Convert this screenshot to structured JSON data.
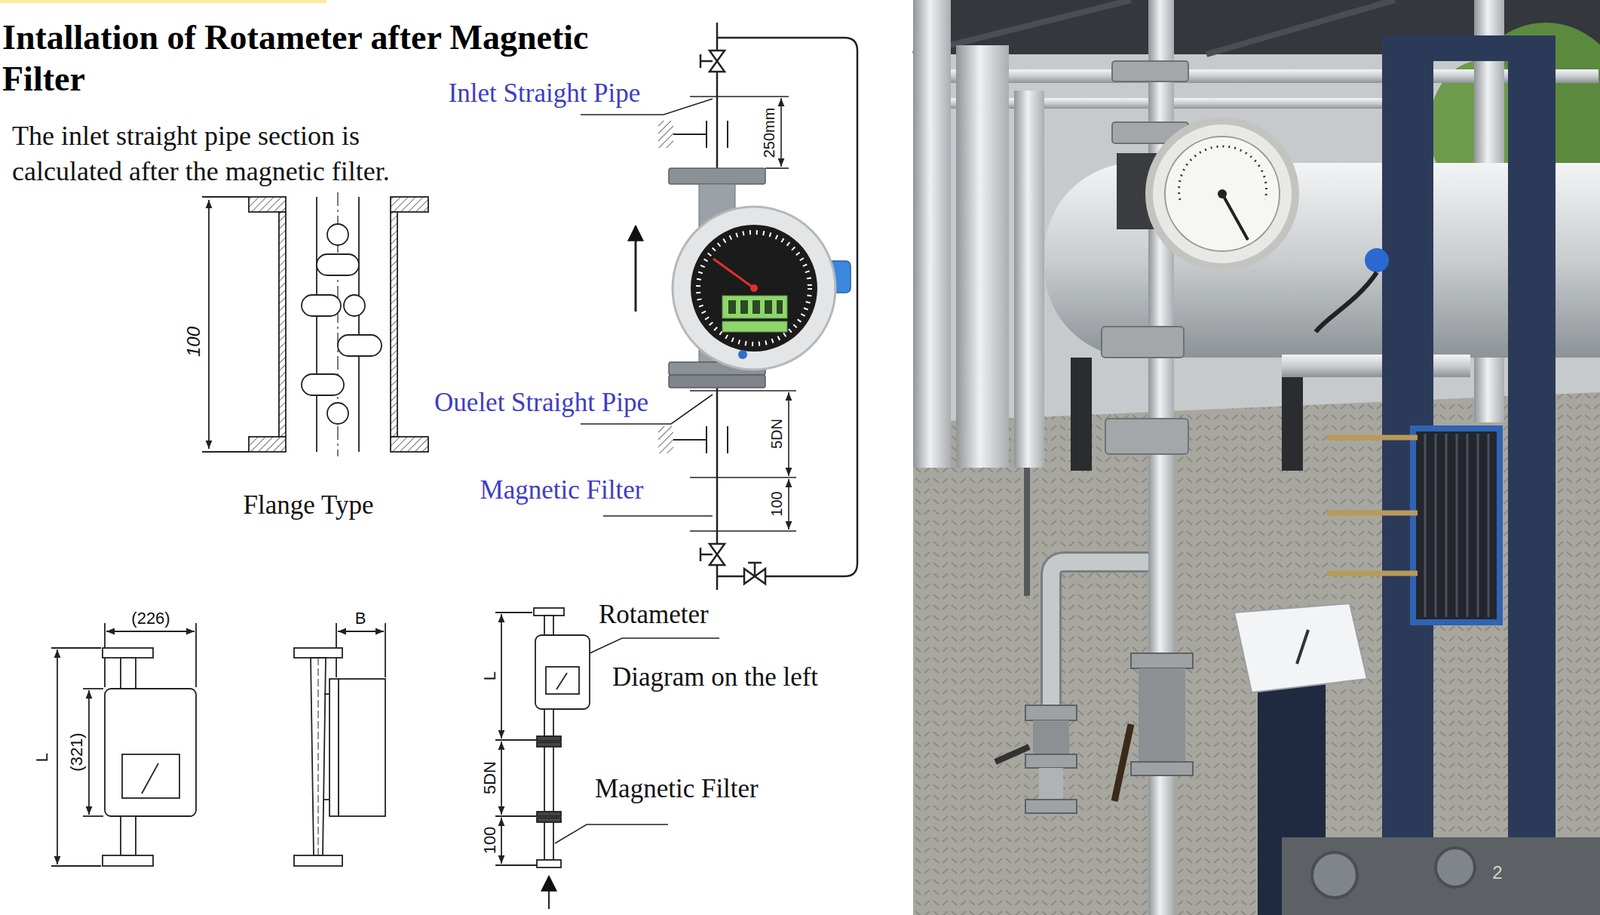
{
  "diagram": {
    "title": "Intallation of Rotameter after Magnetic Filter",
    "labels": [
      "The inlet straight pipe section is calculated after the magnetic filter.",
      "100",
      "Flange Type",
      "Inlet Straight Pipe",
      "250mm",
      "Ouelet Straight Pipe",
      "5DN",
      "Magnetic Filter",
      "100",
      "(226)",
      "(321)",
      "L",
      "B",
      "L",
      "5DN",
      "100",
      "Rotameter",
      "Diagram on the left",
      "Magnetic Filter",
      "2"
    ]
  }
}
